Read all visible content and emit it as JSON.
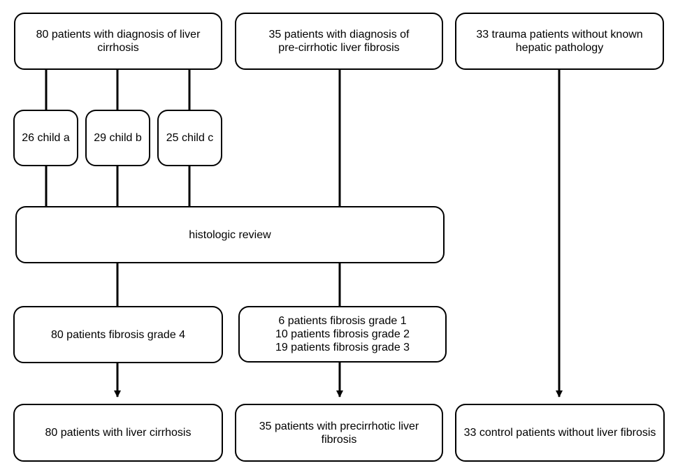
{
  "top": {
    "cirrhosis": [
      "80 patients with diagnosis of liver",
      "cirrhosis"
    ],
    "fibrosis": [
      "35 patients with diagnosis of",
      "pre-cirrhotic liver fibrosis"
    ],
    "trauma": [
      "33 trauma patients without known",
      "hepatic pathology"
    ]
  },
  "child": {
    "a": "26 child a",
    "b": "29 child b",
    "c": "25 child c"
  },
  "review": "histologic review",
  "grades": {
    "grade4": "80 patients fibrosis grade 4",
    "grades123": [
      "6 patients fibrosis grade 1",
      "10 patients fibrosis grade 2",
      "19 patients fibrosis grade 3"
    ]
  },
  "outcomes": {
    "cirrhosis": "80 patients with liver cirrhosis",
    "precirrhotic": [
      "35 patients with precirrhotic liver",
      "fibrosis"
    ],
    "control": "33 control patients without liver fibrosis"
  }
}
